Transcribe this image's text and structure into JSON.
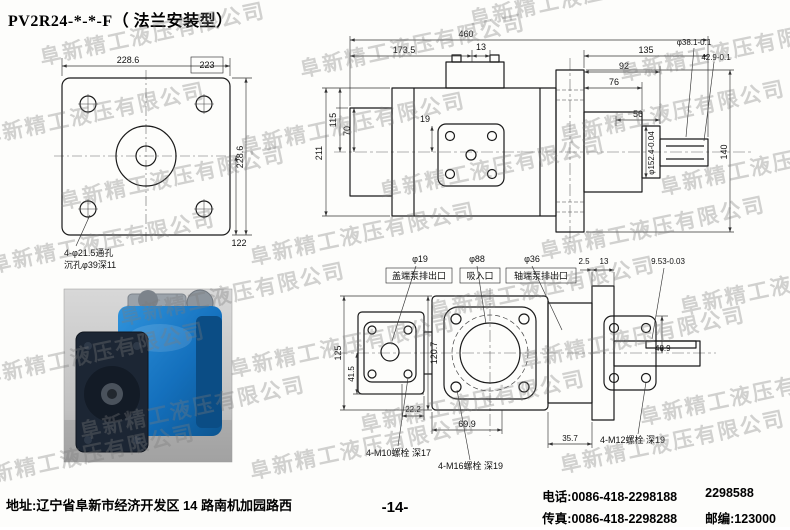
{
  "title": "PV2R24-*-*-F（ 法兰安装型）",
  "watermark": {
    "text": "阜新精工液压有限公司"
  },
  "flange_view": {
    "dim_width_top": "228.6",
    "dim_box": "223",
    "dim_height_right": "228.6",
    "dim_122": "122",
    "note1": "4-φ21.5通孔",
    "note2": "沉孔φ39深11"
  },
  "side_view": {
    "dim_460": "460",
    "dim_173_5": "173.5",
    "dim_13": "13",
    "dim_135": "135",
    "dim_92": "92",
    "dim_76": "76",
    "dim_56": "56",
    "dim_shaft_dia": "φ38.1-0.1",
    "dim_42_9": "42.9-0.1",
    "dim_140": "140",
    "dim_211": "211",
    "dim_115": "115",
    "dim_70": "70",
    "dim_19": "19",
    "dim_spigot": "φ152.4-0.04"
  },
  "bottom_view": {
    "port_cover_dia": "φ19",
    "port_cover_label": "盖端泵排出口",
    "suction_dia": "φ88",
    "suction_label": "吸入口",
    "port_shaft_dia": "φ36",
    "port_shaft_label": "轴端泵排出口",
    "dim_2_5": "2.5",
    "dim_13": "13",
    "dim_key": "9.53-0.03",
    "dim_125": "125",
    "dim_41_5": "41.5",
    "dim_120_7": "120.7",
    "dim_48_9": "48.9",
    "dim_22_2": "22.2",
    "dim_69_9": "69.9",
    "dim_35_7": "35.7",
    "bolt_note_m10": "4-M10螺栓 深17",
    "bolt_note_m16": "4-M16螺栓 深19",
    "bolt_note_m12": "4-M12螺栓 深19"
  },
  "footer": {
    "address": "地址:辽宁省阜新市经济开发区 14 路南机加园路西",
    "page": "-14-",
    "phone1": "电话:0086-418-2298188",
    "phone2": "2298588",
    "fax": "传真:0086-418-2298288",
    "postcode": "邮编:123000"
  }
}
